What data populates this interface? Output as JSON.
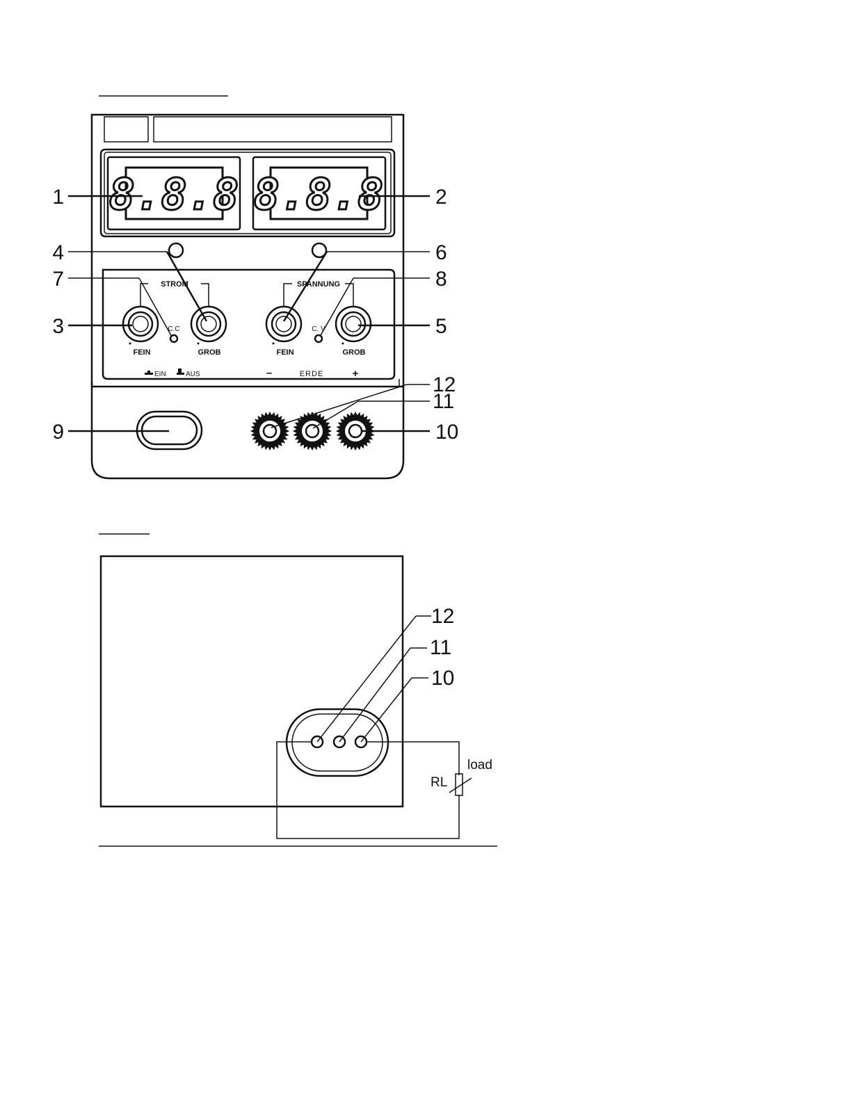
{
  "front_panel": {
    "displays": [
      {
        "id": "current-display",
        "reading": "8.8.8"
      },
      {
        "id": "voltage-display",
        "reading": "8.8.8"
      }
    ],
    "strom_label": "STROM",
    "spannung_label": "SPANNUNG",
    "cc_label": "C.C",
    "cv_label": "C. V",
    "fein_label": "FEIN",
    "grob_label": "GROB",
    "ein_label": "EIN",
    "aus_label": "AUS",
    "minus_label": "–",
    "erde_label": "ERDE",
    "plus_label": "+"
  },
  "callouts": {
    "c1": "1",
    "c2": "2",
    "c3": "3",
    "c4": "4",
    "c5": "5",
    "c6": "6",
    "c7": "7",
    "c8": "8",
    "c9": "9",
    "c10": "10",
    "c11": "11",
    "c12": "12"
  },
  "wiring": {
    "c12": "12",
    "c11": "11",
    "c10": "10",
    "load_label": "load",
    "rl_label": "RL"
  }
}
